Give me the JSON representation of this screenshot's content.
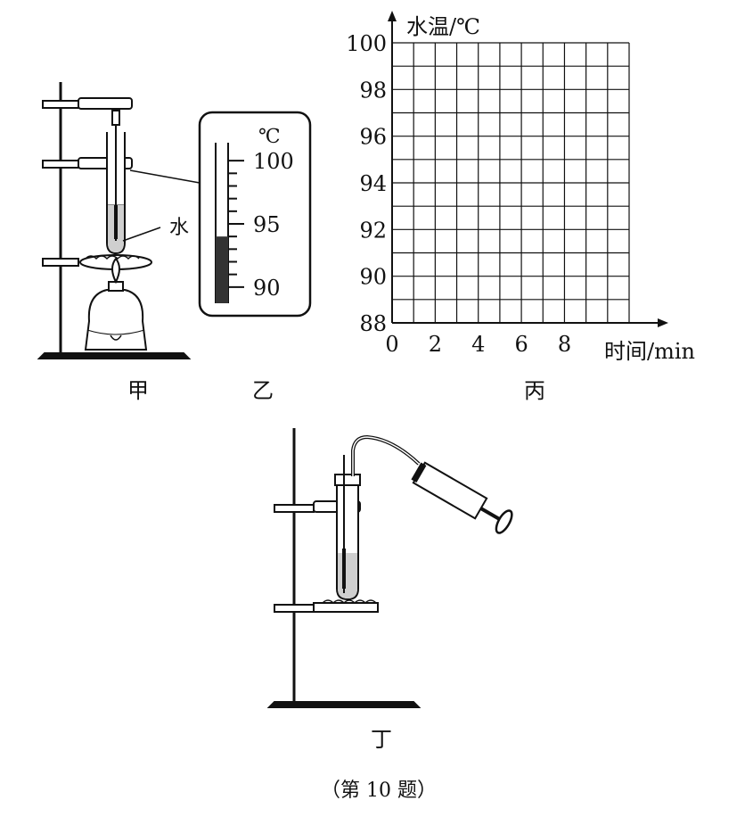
{
  "figure_labels": {
    "jia": "甲",
    "yi": "乙",
    "bing": "丙",
    "ding": "丁"
  },
  "apparatus_label_water": "水",
  "thermometer": {
    "unit": "℃",
    "tick_labels": [
      "100",
      "95",
      "90"
    ],
    "range": [
      88,
      102
    ],
    "reading": 94
  },
  "graph": {
    "y_axis_title": "水温/℃",
    "x_axis_title": "时间/min",
    "y_tick_labels": [
      "100",
      "98",
      "96",
      "94",
      "92",
      "90",
      "88"
    ],
    "x_tick_labels": [
      "0",
      "2",
      "4",
      "6",
      "8"
    ],
    "x_range": [
      0,
      11
    ],
    "y_range": [
      88,
      100
    ],
    "grid": true
  },
  "caption": "（第 10 题）"
}
